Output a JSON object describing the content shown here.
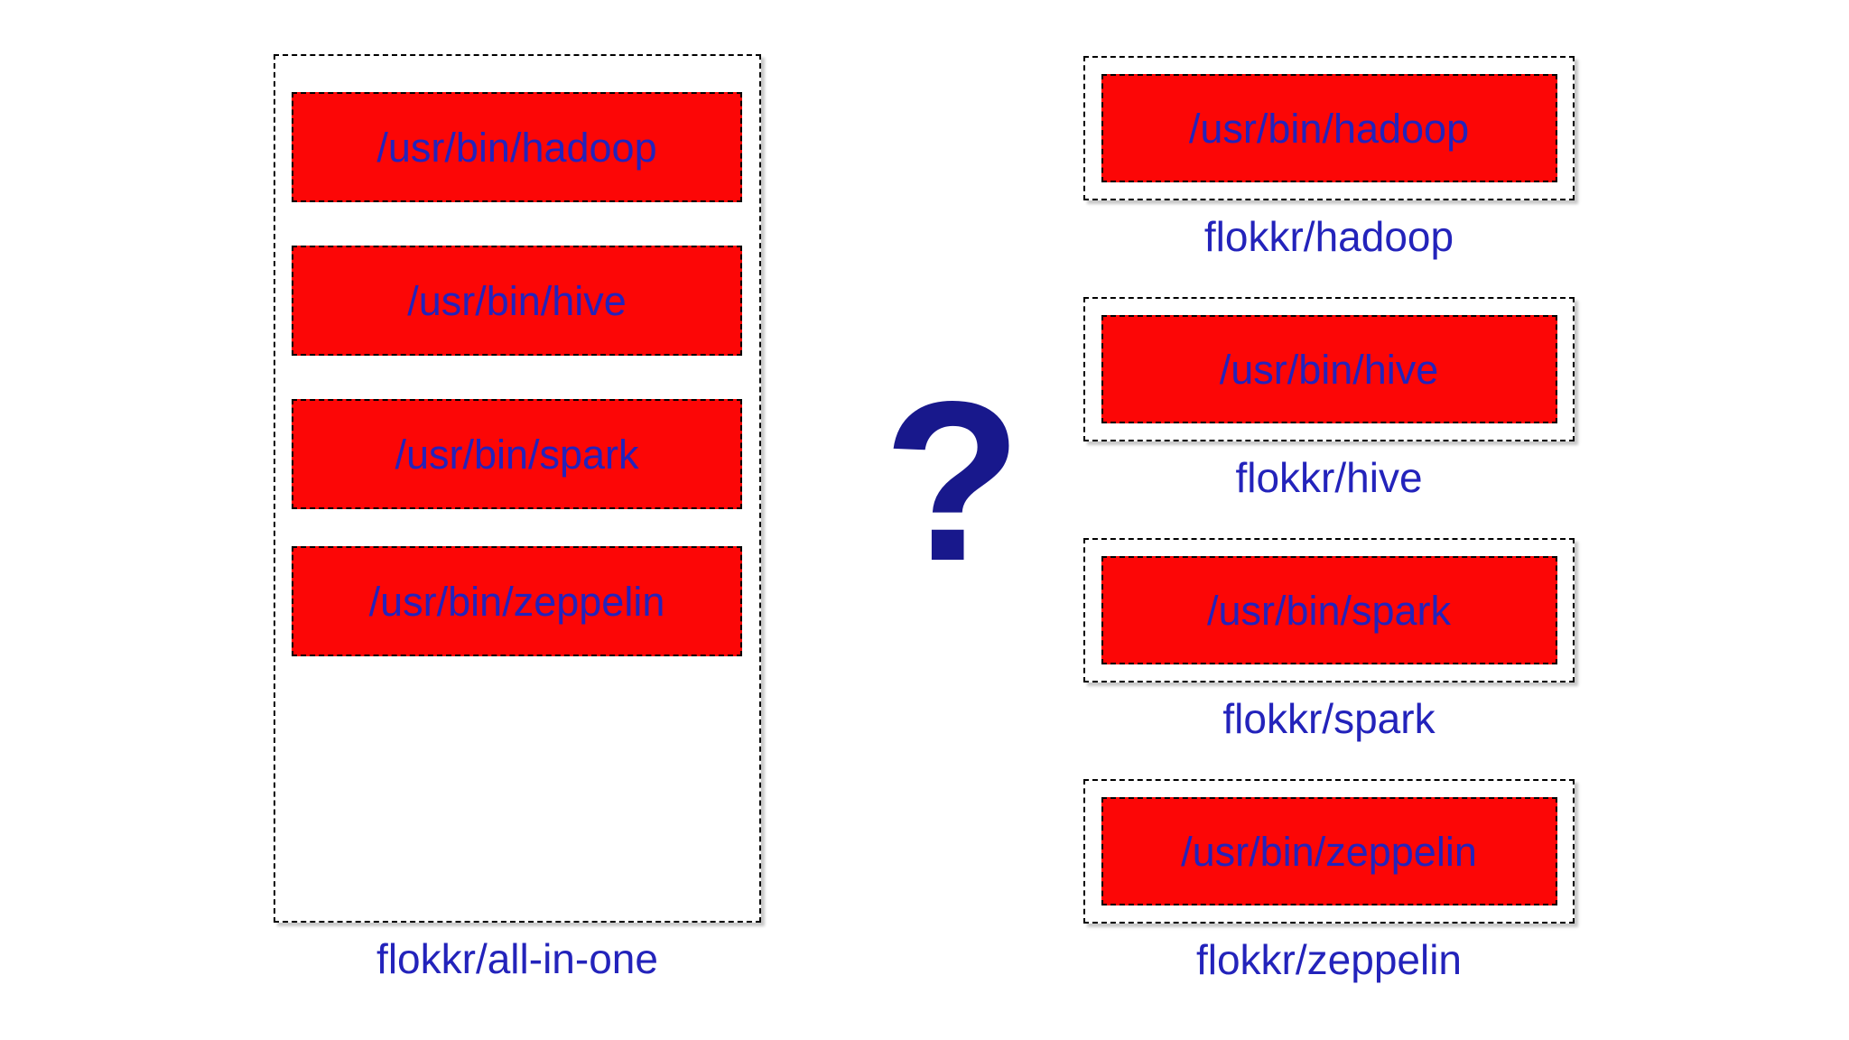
{
  "page": {
    "background": "#ffffff"
  },
  "colors": {
    "box_fill": "#fc0606",
    "box_border": "#000000",
    "outline_border": "#000000",
    "text_blue": "#2323bb",
    "question_blue": "#18188c"
  },
  "left_image": {
    "caption": "flokkr/all-in-one",
    "binaries": [
      "/usr/bin/hadoop",
      "/usr/bin/hive",
      "/usr/bin/spark",
      "/usr/bin/zeppelin"
    ]
  },
  "question_mark": "?",
  "right_images": [
    {
      "binary": "/usr/bin/hadoop",
      "caption": "flokkr/hadoop"
    },
    {
      "binary": "/usr/bin/hive",
      "caption": "flokkr/hive"
    },
    {
      "binary": "/usr/bin/spark",
      "caption": "flokkr/spark"
    },
    {
      "binary": "/usr/bin/zeppelin",
      "caption": "flokkr/zeppelin"
    }
  ]
}
